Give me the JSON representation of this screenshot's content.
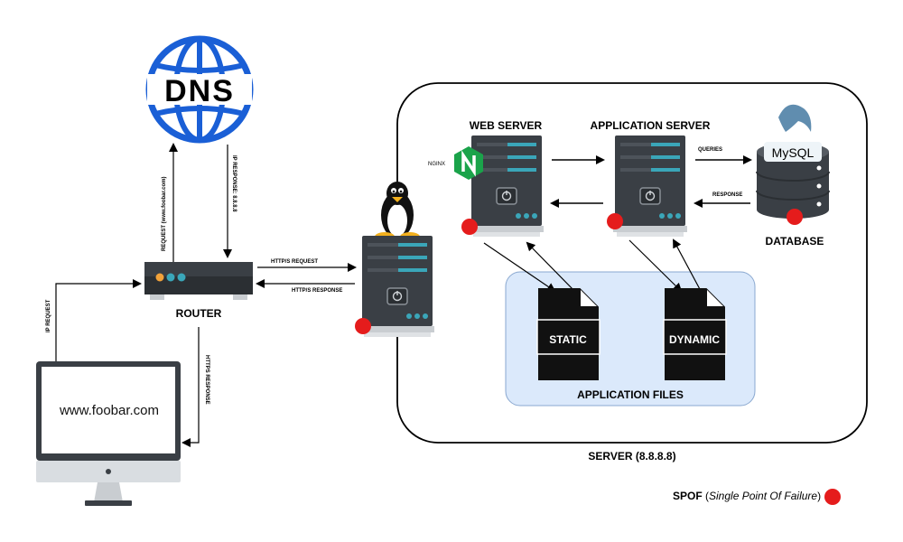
{
  "dns": {
    "text": "DNS"
  },
  "router": {
    "label": "ROUTER"
  },
  "arrows": {
    "request": "REQUEST (www.foobar.com)",
    "ip_response": "IP RESPONSE: 8.8.8.8",
    "ip_request": "IP REQUEST",
    "https_response_left": "HTTPS RESPONSE",
    "http_request": "HTTP/S REQUEST",
    "http_response": "HTTP/S RESPONSE",
    "queries": "QUERIES",
    "response": "RESPONSE"
  },
  "computer": {
    "url": "www.foobar.com"
  },
  "server_box": {
    "label": "SERVER (8.8.8.8)"
  },
  "web_server": {
    "title": "WEB SERVER",
    "software": "NGINX"
  },
  "app_server": {
    "title": "APPLICATION SERVER"
  },
  "database": {
    "label": "DATABASE",
    "logo_text": "MySQL"
  },
  "app_files": {
    "label": "APPLICATION FILES",
    "static": "STATIC",
    "dynamic": "DYNAMIC"
  },
  "legend": {
    "spof": "SPOF",
    "spof_desc": "Single Point Of Failure"
  },
  "colors": {
    "spof_red": "#e51c1c",
    "dns_blue": "#1a5fd6",
    "server_dark": "#3a3f45",
    "server_accent": "#3aa6b9",
    "files_bg": "#dbe9fb",
    "nginx_green": "#1aa34a"
  }
}
